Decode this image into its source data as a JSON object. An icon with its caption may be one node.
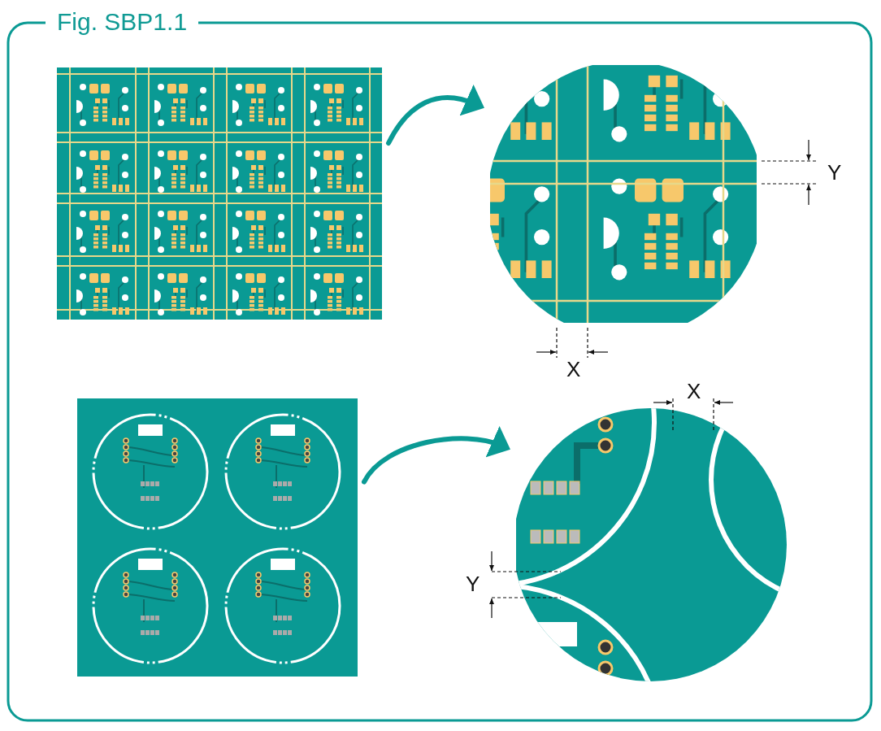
{
  "diagram": {
    "title": "Fig. SBP1.1",
    "nodes": [
      {
        "text": [],
        "shape": "picture"
      },
      {
        "text": [],
        "shape": "picture"
      },
      {
        "text": [],
        "shape": "picture"
      },
      {
        "text": [],
        "shape": "picture"
      }
    ],
    "edges": [
      {
        "from": 0,
        "to": 1,
        "arrow": "to"
      },
      {
        "from": 2,
        "to": 3,
        "arrow": "to"
      }
    ],
    "labels": [
      "Y",
      "X",
      "X",
      "Y"
    ]
  }
}
